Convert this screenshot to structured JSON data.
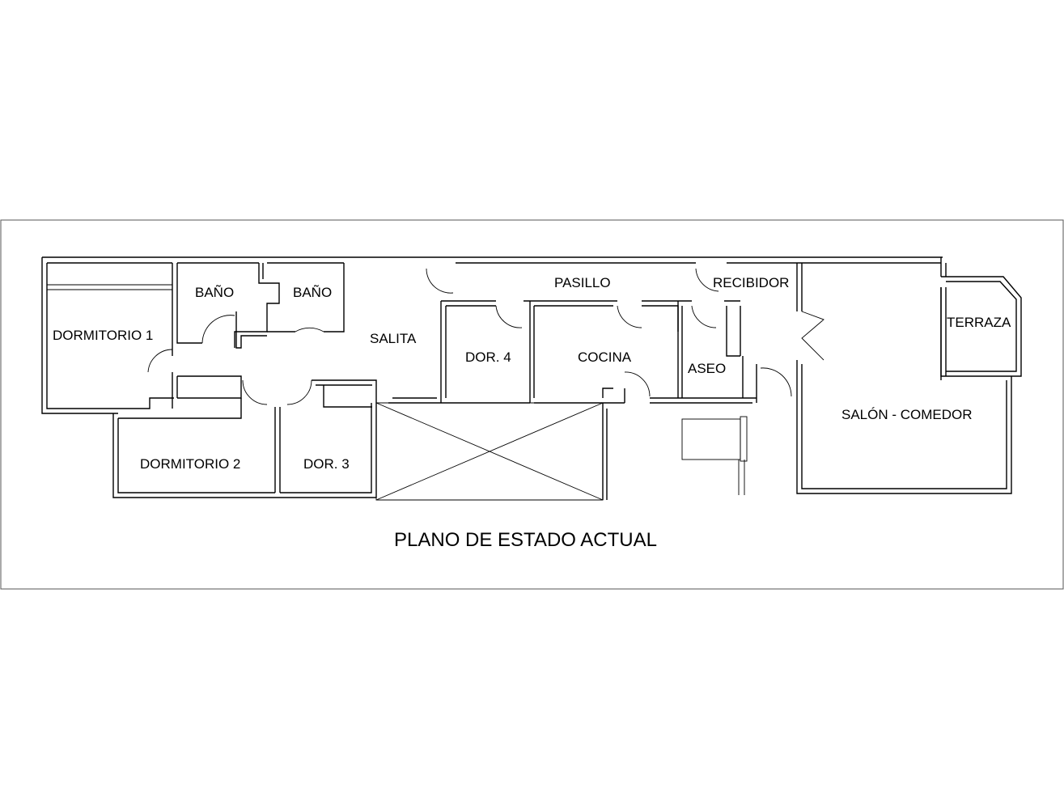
{
  "plan": {
    "title": "PLANO DE ESTADO ACTUAL",
    "rooms": {
      "dormitorio_1": "DORMITORIO 1",
      "bano_1": "BAÑO",
      "bano_2": "BAÑO",
      "salita": "SALITA",
      "pasillo": "PASILLO",
      "recibidor": "RECIBIDOR",
      "dor_4": "DOR. 4",
      "cocina": "COCINA",
      "aseo": "ASEO",
      "terraza": "TERRAZA",
      "salon_comedor": "SALÓN - COMEDOR",
      "dormitorio_2": "DORMITORIO 2",
      "dor_3": "DOR. 3"
    }
  }
}
